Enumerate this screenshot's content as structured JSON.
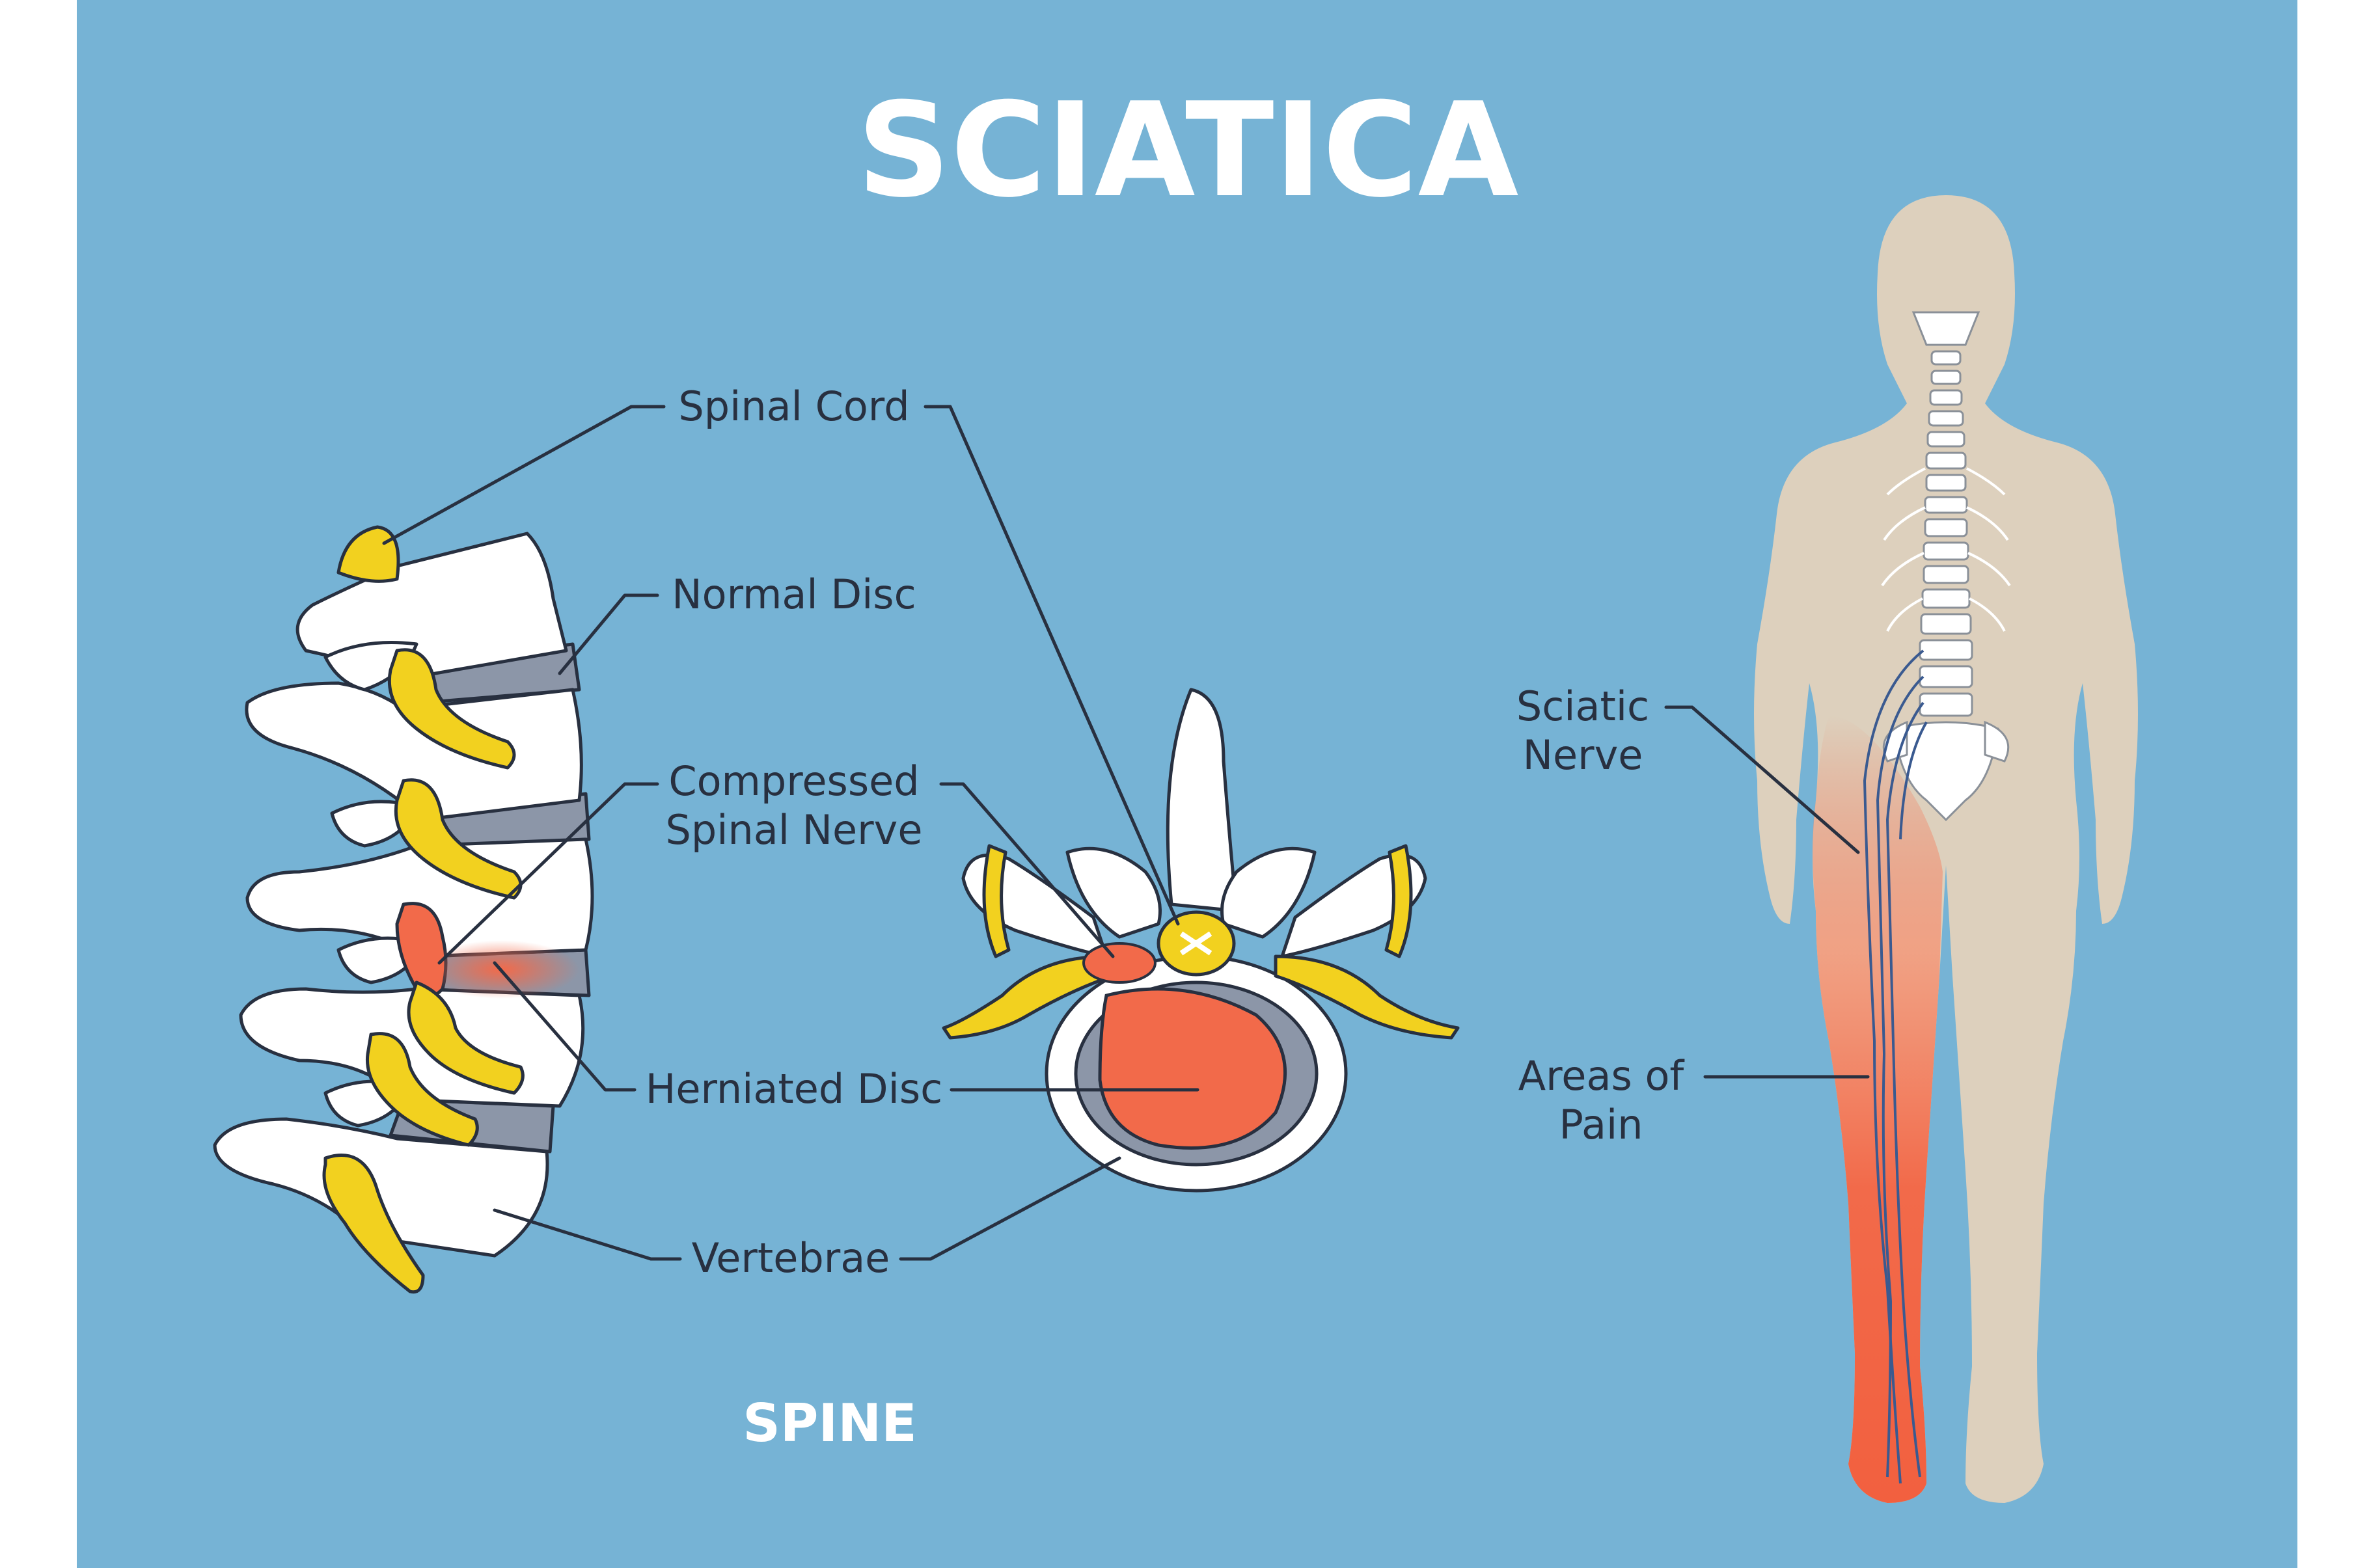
{
  "title": "SCIATICA",
  "spine_caption": "SPINE",
  "labels": {
    "spinal_cord": "Spinal Cord",
    "normal_disc": "Normal Disc",
    "compressed_line1": "Compressed",
    "compressed_line2": "Spinal Nerve",
    "herniated_disc": "Herniated Disc",
    "vertebrae": "Vertebrae",
    "sciatic_line1": "Sciatic",
    "sciatic_line2": "Nerve",
    "areas_line1": "Areas of",
    "areas_line2": "Pain"
  },
  "colors": {
    "background": "#76b3d5",
    "nerve_yellow": "#f2d11f",
    "pain_red": "#f26a4a",
    "outline": "#283040",
    "body_skin": "#ddd0bd",
    "disc_grey": "#8c96a8"
  }
}
